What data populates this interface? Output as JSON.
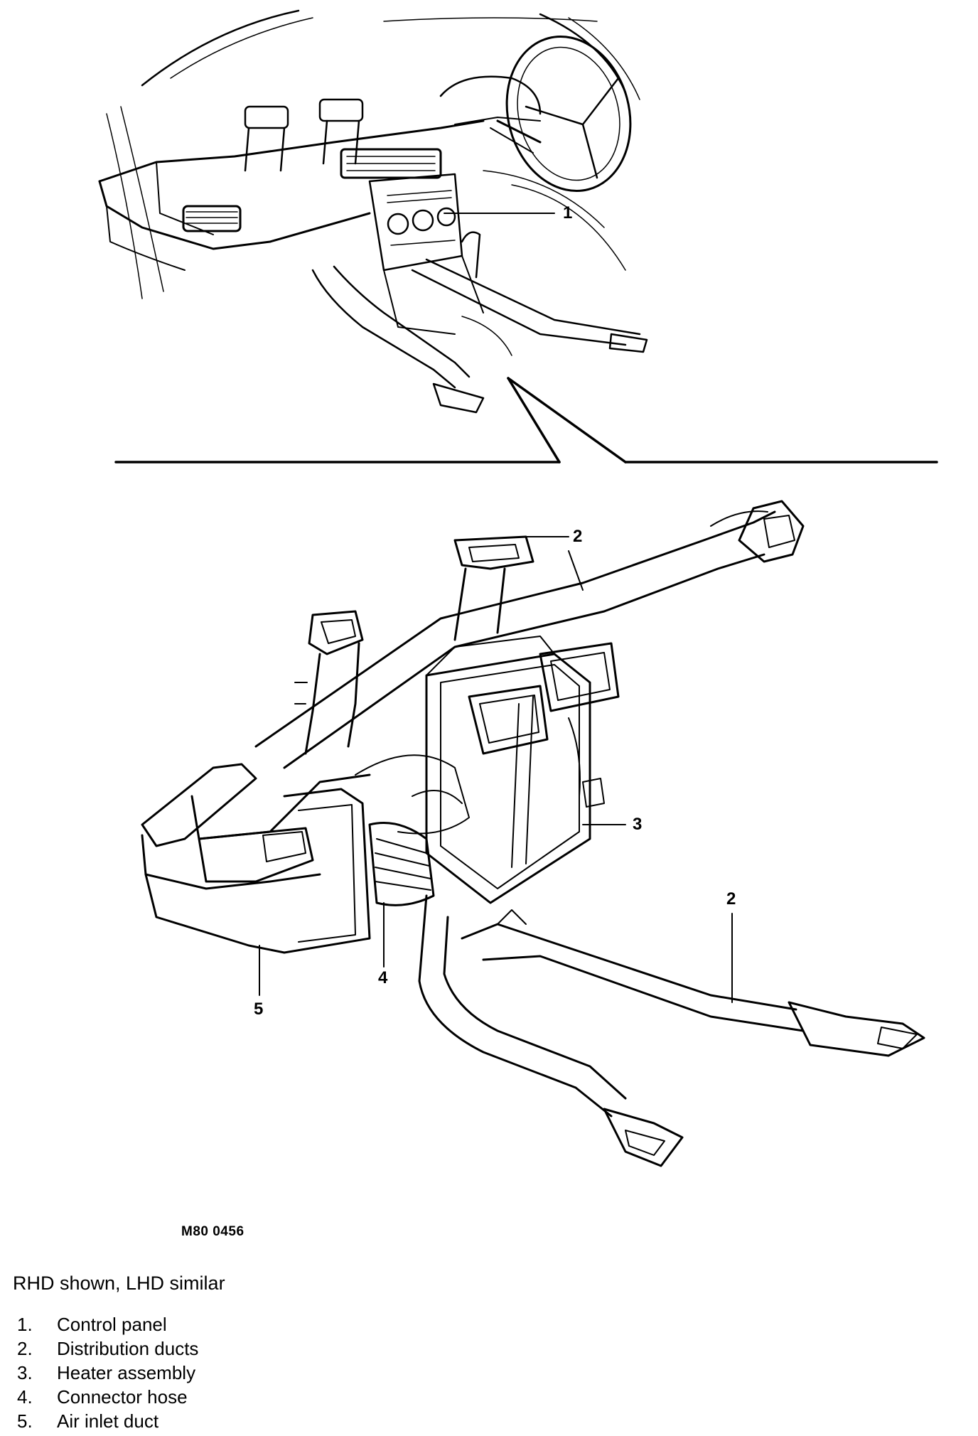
{
  "callouts": {
    "c1": "1",
    "c2a": "2",
    "c2b": "2",
    "c3": "3",
    "c4": "4",
    "c5": "5"
  },
  "figure_code": "M80 0456",
  "caption_note": "RHD shown, LHD similar",
  "legend": [
    {
      "number": "1.",
      "label": "Control panel"
    },
    {
      "number": "2.",
      "label": "Distribution ducts"
    },
    {
      "number": "3.",
      "label": "Heater assembly"
    },
    {
      "number": "4.",
      "label": "Connector hose"
    },
    {
      "number": "5.",
      "label": "Air inlet duct"
    }
  ],
  "colors": {
    "ink": "#000000",
    "paper": "#ffffff"
  }
}
